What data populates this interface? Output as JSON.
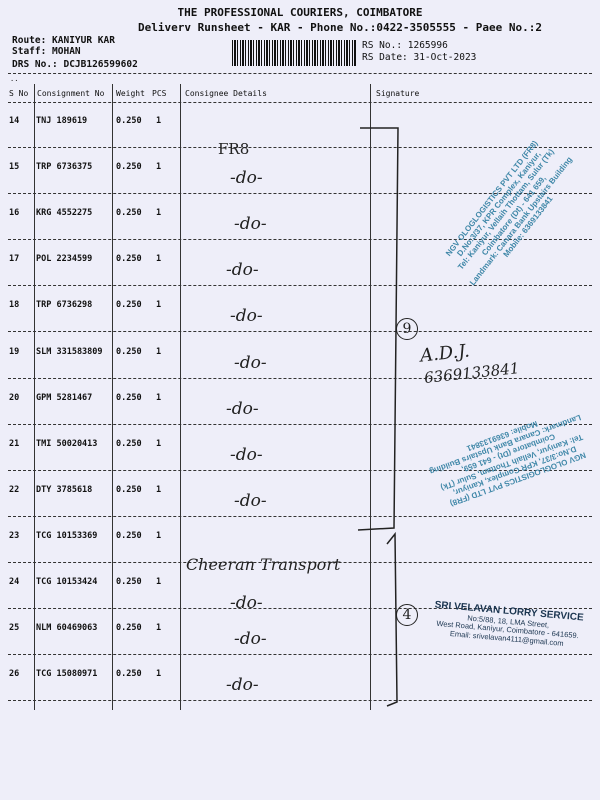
{
  "header": {
    "company": "THE PROFESSIONAL COURIERS, COIMBATORE",
    "subtitle": "Deliverv Runsheet - KAR - Phone No.:0422-3505555 - Paee No.:2",
    "route": "Route: KANIYUR KAR",
    "staff": "Staff: MOHAN",
    "drs_no": "DRS No.: DCJB126599602",
    "rs_no": "RS No.: 1265996",
    "rs_date": "RS Date: 31-Oct-2023",
    "dots": ".."
  },
  "columns": [
    "S No",
    "Consignment No",
    "Weight",
    "PCS",
    "Consignee Details",
    "Signature"
  ],
  "rows": [
    {
      "sno": "14",
      "cn": "TNJ 189619",
      "weight": "0.250",
      "pcs": "1"
    },
    {
      "sno": "15",
      "cn": "TRP 6736375",
      "weight": "0.250",
      "pcs": "1"
    },
    {
      "sno": "16",
      "cn": "KRG 4552275",
      "weight": "0.250",
      "pcs": "1"
    },
    {
      "sno": "17",
      "cn": "POL 2234599",
      "weight": "0.250",
      "pcs": "1"
    },
    {
      "sno": "18",
      "cn": "TRP 6736298",
      "weight": "0.250",
      "pcs": "1"
    },
    {
      "sno": "19",
      "cn": "SLM 331583809",
      "weight": "0.250",
      "pcs": "1"
    },
    {
      "sno": "20",
      "cn": "GPM 5281467",
      "weight": "0.250",
      "pcs": "1"
    },
    {
      "sno": "21",
      "cn": "TMI 50020413",
      "weight": "0.250",
      "pcs": "1"
    },
    {
      "sno": "22",
      "cn": "DTY 3785618",
      "weight": "0.250",
      "pcs": "1"
    },
    {
      "sno": "23",
      "cn": "TCG 10153369",
      "weight": "0.250",
      "pcs": "1"
    },
    {
      "sno": "24",
      "cn": "TCG 10153424",
      "weight": "0.250",
      "pcs": "1"
    },
    {
      "sno": "25",
      "cn": "NLM 60469063",
      "weight": "0.250",
      "pcs": "1"
    },
    {
      "sno": "26",
      "cn": "TCG 15080971",
      "weight": "0.250",
      "pcs": "1"
    }
  ],
  "handwriting": {
    "fr8": "FR8",
    "ditto": "-do-",
    "count1": "9",
    "signature_number": "6369133841",
    "cheran": "Cheeran Transport",
    "count2": "4"
  },
  "stamps": {
    "ngv": "NGV OLOGLOGISTICS PVT LTD (FR8) D.No:3/37, KPR Complex, Kaniyur, Tel: Kaniyur, Vellaih Thottam, Sulur (Tk), Coimbatore (Dt) - 641 659, Landmark: Canara Bank Upstairs Building, Mobile: 6369133841",
    "velavan_name": "SRI VELAVAN LORRY SERVICE",
    "velavan_addr1": "No:5/88, 18, LMA Street,",
    "velavan_addr2": "West Road, Kaniyur, Coimbatore - 641659.",
    "velavan_email": "Email: srivelavan4111@gmail.com"
  },
  "colors": {
    "stamp": "#3f87a8",
    "paper": "#eeeef9"
  }
}
